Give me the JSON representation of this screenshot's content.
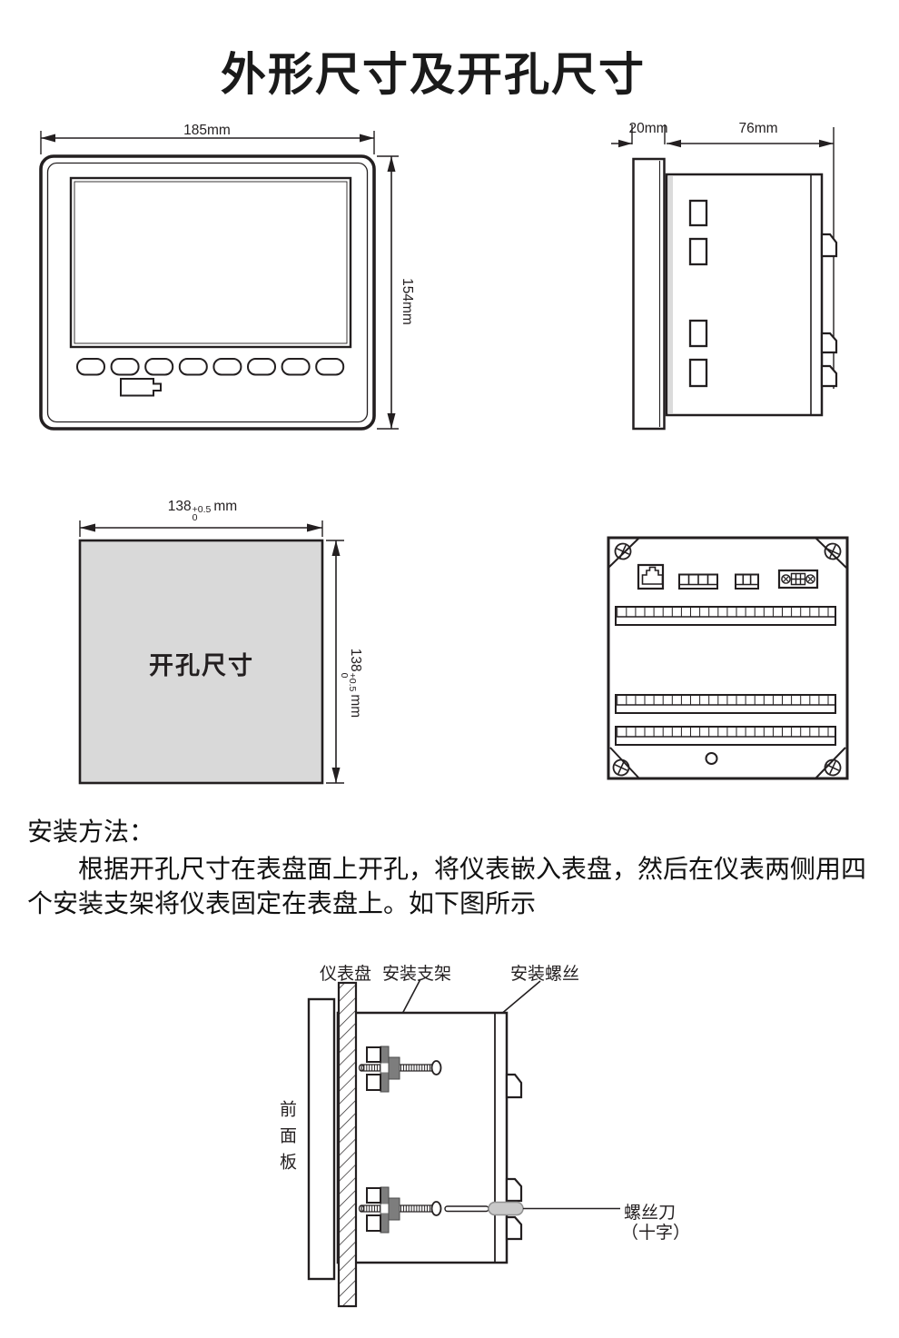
{
  "title": "外形尺寸及开孔尺寸",
  "front_view": {
    "width_label": "185mm",
    "height_label": "154mm"
  },
  "side_view": {
    "front_depth_label": "20mm",
    "body_depth_label": "76mm"
  },
  "cutout_view": {
    "center_label": "开孔尺寸",
    "width_dim": {
      "value": "138",
      "tol_upper": "+0.5",
      "tol_lower": "0",
      "unit": "mm"
    },
    "height_dim": {
      "value": "138",
      "tol_upper": "+0.5",
      "tol_lower": "0",
      "unit": "mm"
    },
    "fill_color": "#d9d9d9"
  },
  "install": {
    "heading": "安装方法：",
    "line1": "根据开孔尺寸在表盘面上开孔，将仪表嵌入表盘，然后在仪表两侧用四",
    "line2": "个安装支架将仪表固定在表盘上。如下图所示",
    "labels": {
      "panel": "仪表盘",
      "bracket": "安装支架",
      "screw": "安装螺丝",
      "front_panel": "前面板",
      "screwdriver": "螺丝刀",
      "screwdriver_type": "（十字）"
    }
  },
  "colors": {
    "line": "#231f20",
    "cutout_fill": "#d9d9d9",
    "bracket_gray": "#7d7d7d",
    "handle_gray": "#c9c9c9"
  }
}
